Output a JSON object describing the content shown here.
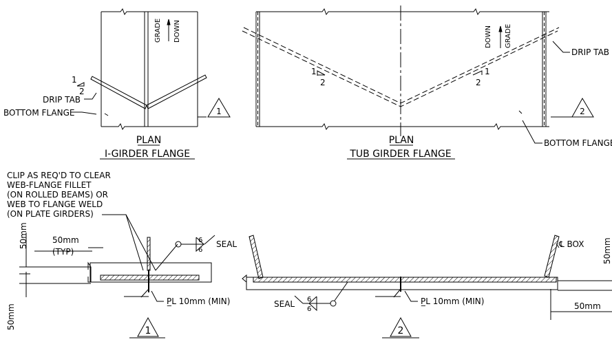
{
  "plan1": {
    "down": "DOWN",
    "grade": "GRADE",
    "slope_num": "1",
    "slope_den": "2",
    "drip_tab": "DRIP TAB",
    "bottom_flange": "BOTTOM FLANGE",
    "title": "PLAN",
    "subtitle": "I-GIRDER FLANGE",
    "ref": "1"
  },
  "plan2": {
    "down": "DOWN",
    "grade": "GRADE",
    "slope_left_num": "1",
    "slope_left_den": "2",
    "slope_right_num": "1",
    "slope_right_den": "2",
    "drip_tab": "DRIP TAB",
    "bottom_flange": "BOTTOM FLANGE",
    "title": "PLAN",
    "subtitle": "TUB GIRDER FLANGE",
    "ref": "2"
  },
  "detail1": {
    "note": [
      "CLIP AS REQ'D TO CLEAR",
      "WEB-FLANGE FILLET",
      "(ON ROLLED BEAMS) OR",
      "WEB TO FLANGE WELD",
      "(ON PLATE GIRDERS)"
    ],
    "dim_50_vert": "50mm",
    "dim_50_typ": "50mm",
    "typ": "(TYP)",
    "weld_top": "6",
    "weld_bot": "6",
    "seal": "SEAL",
    "plate": "P̲L 10mm (MIN)",
    "dim_50_lower": "50mm",
    "ref": "1"
  },
  "detail2": {
    "seal": "SEAL",
    "weld_top": "6",
    "weld_bot": "6",
    "plate": "P̲L 10mm (MIN)",
    "cl_box": "℄ BOX",
    "dim_50": "50mm",
    "dim_50_edge": "50mm",
    "ref": "2"
  }
}
